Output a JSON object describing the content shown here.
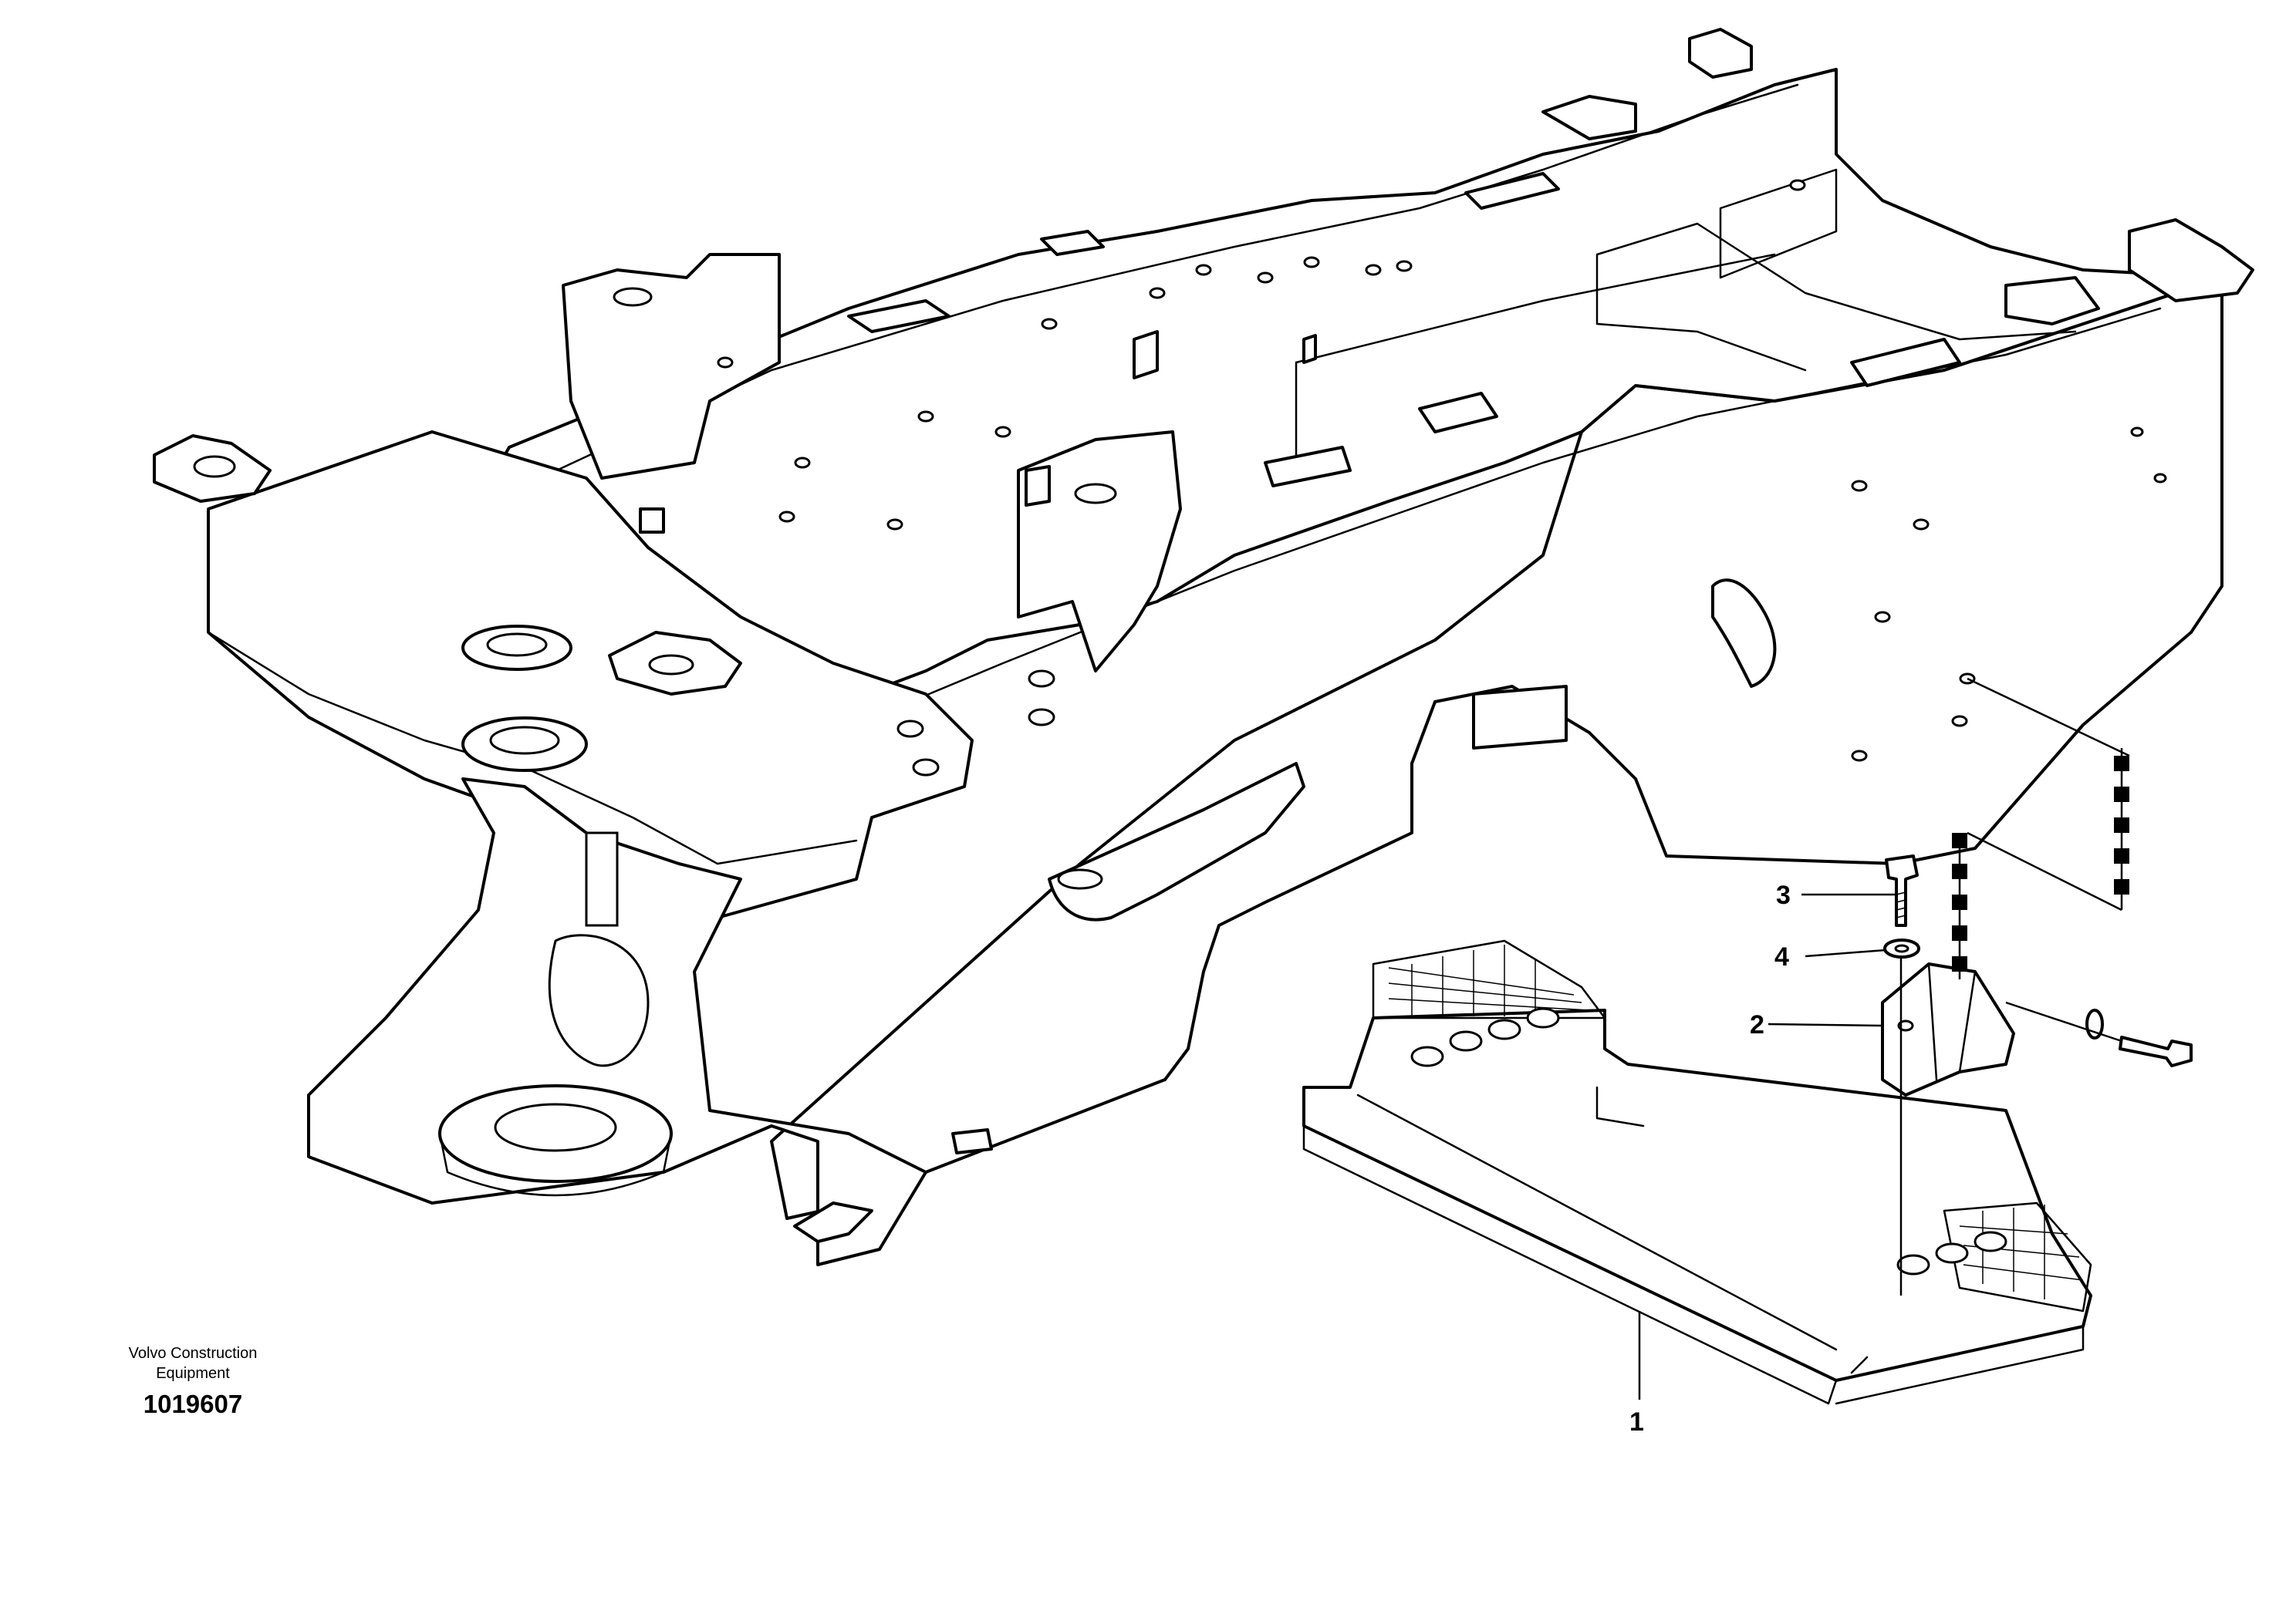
{
  "diagram": {
    "callouts": [
      {
        "id": "1",
        "label": "1"
      },
      {
        "id": "2",
        "label": "2"
      },
      {
        "id": "3",
        "label": "3"
      },
      {
        "id": "4",
        "label": "4"
      }
    ]
  },
  "caption": {
    "company": "Volvo Construction Equipment",
    "drawing_number": "1019607"
  }
}
